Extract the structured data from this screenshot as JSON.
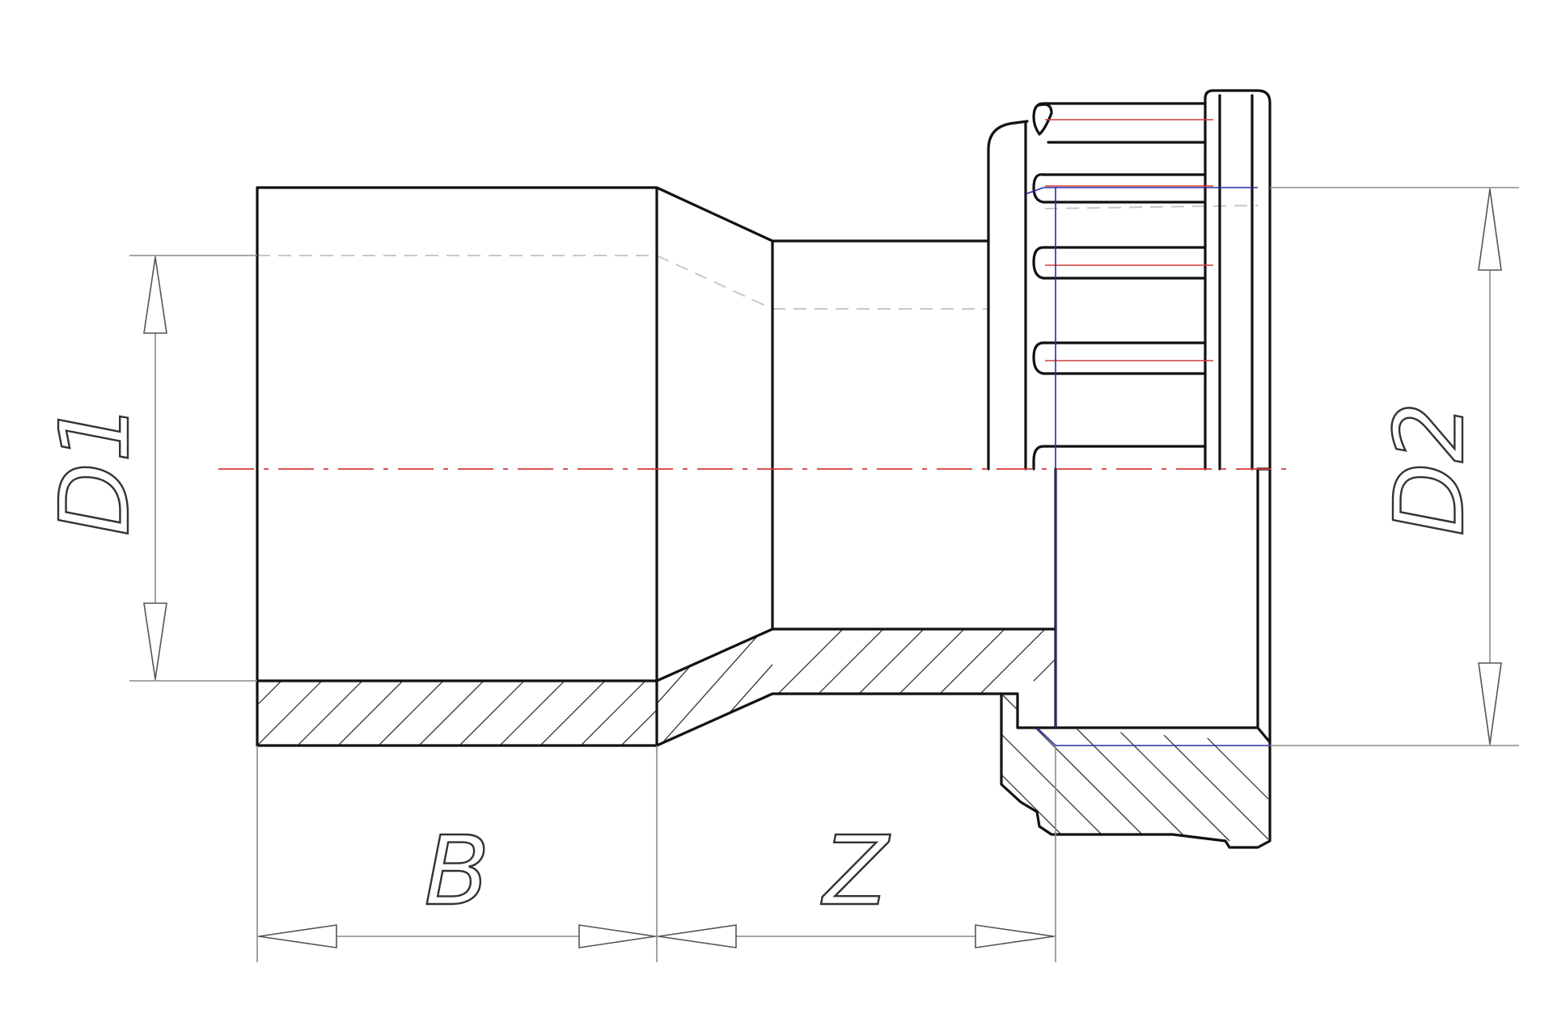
{
  "labels": {
    "d1": "D1",
    "d2": "D2",
    "b": "B",
    "z": "Z"
  },
  "colors": {
    "outline": "#111111",
    "dimension": "#8a8a8a",
    "center_line": "#d23a3a",
    "thread_axis": "#2a2aa8"
  }
}
